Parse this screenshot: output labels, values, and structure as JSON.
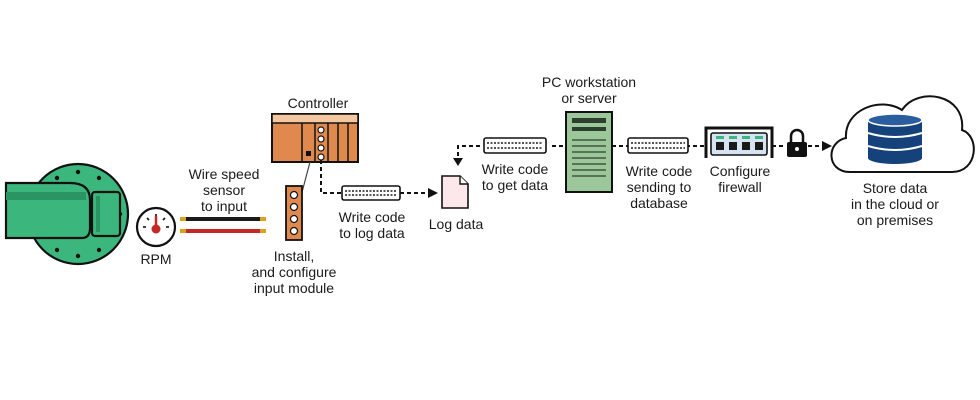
{
  "labels": {
    "controller": "Controller",
    "wire": "Wire speed\nsensor\nto input",
    "rpm": "RPM",
    "install": "Install,\nand configure\ninput module",
    "write_log": "Write code\nto log data",
    "log_data": "Log data",
    "write_get": "Write code\nto get data",
    "pc": "PC workstation\nor server",
    "write_send": "Write code\nsending to\ndatabase",
    "firewall": "Configure\nfirewall",
    "store": "Store data\nin the cloud or\non  premises"
  },
  "colors": {
    "pump_green": "#3bb77e",
    "controller_orange": "#e0894f",
    "server_green": "#9cc79a",
    "database_blue": "#15427a",
    "wire_red": "#c62828",
    "wire_black": "#1a1a1a",
    "wire_tip": "#d9a321"
  },
  "icons": [
    "pump-icon",
    "gauge-icon",
    "controller-icon",
    "input-module-icon",
    "keyboard-icon",
    "document-icon",
    "server-icon",
    "firewall-icon",
    "lock-icon",
    "cloud-icon",
    "database-icon"
  ]
}
